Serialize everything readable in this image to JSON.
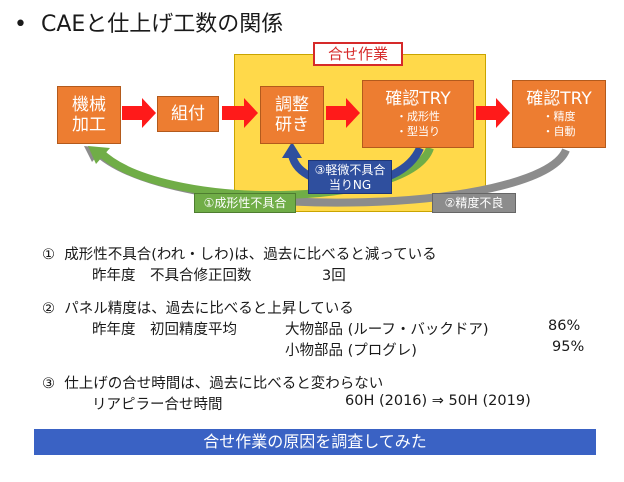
{
  "title": {
    "bullet": "•",
    "text": "CAEと仕上げ工数の関係"
  },
  "diagram": {
    "gosei_label": "合せ作業",
    "boxes": {
      "kikai": {
        "line1": "機械",
        "line2": "加工"
      },
      "kumitsuke": {
        "line1": "組付"
      },
      "chosei": {
        "line1": "調整",
        "line2": "研き"
      },
      "kakunin1": {
        "line1": "確認TRY",
        "sub1": "・成形性",
        "sub2": "・型当り"
      },
      "kakunin2": {
        "line1": "確認TRY",
        "sub1": "・精度",
        "sub2": "・自動"
      }
    },
    "labels": {
      "seikei": "①成形性不具合",
      "keibi_line1": "③軽微不具合",
      "keibi_line2": "当りNG",
      "seido": "②精度不良"
    },
    "colors": {
      "orange": "#ed7d31",
      "yellow": "#ffd94a",
      "red_arrow": "#ff1a1a",
      "green": "#70ad47",
      "blue": "#2f4f9e",
      "gray": "#8c8c8c"
    }
  },
  "findings": [
    {
      "num": "①",
      "text": "成形性不具合(われ・しわ)は、過去に比べると減っている",
      "sub": [
        {
          "label": "昨年度　不具合修正回数",
          "value": "3回"
        }
      ]
    },
    {
      "num": "②",
      "text": "パネル精度は、過去に比べると上昇している",
      "sub": [
        {
          "label": "昨年度　初回精度平均",
          "item": "大物部品 (ルーフ・バックドア)",
          "value": "86%"
        },
        {
          "item": "小物部品 (プログレ)",
          "value": "95%"
        }
      ]
    },
    {
      "num": "③",
      "text": "仕上げの合せ時間は、過去に比べると変わらない",
      "sub": [
        {
          "label": "リアピラー合せ時間",
          "value": "60H (2016) ⇒ 50H (2019)"
        }
      ]
    }
  ],
  "banner": "合せ作業の原因を調査してみた"
}
